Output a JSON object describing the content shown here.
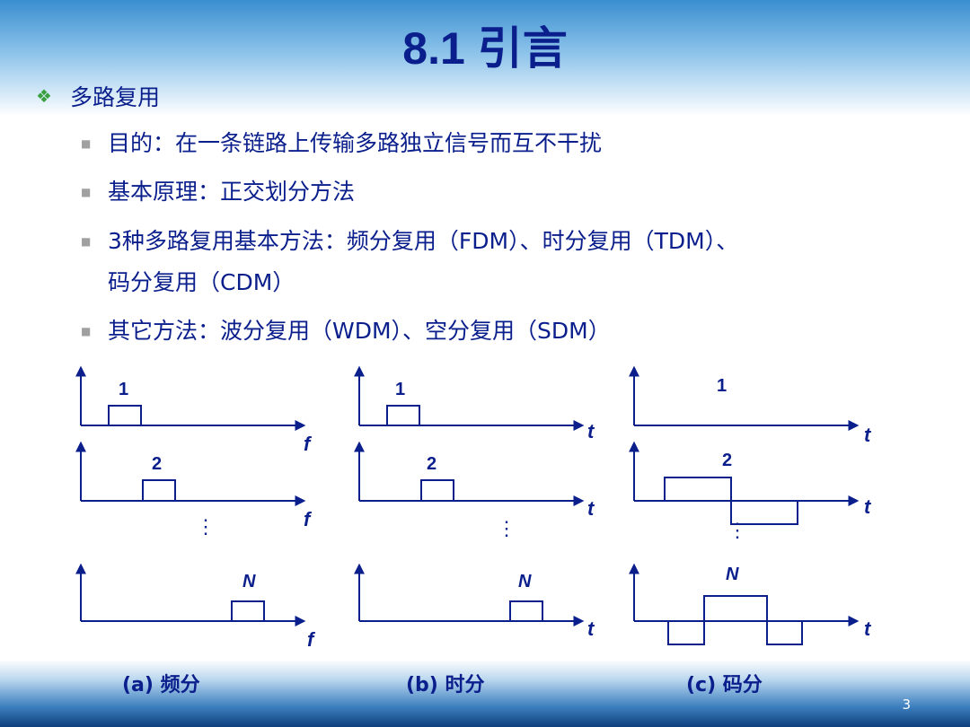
{
  "title": "8.1 引言",
  "section": {
    "bullet": "❖",
    "label": "多路复用"
  },
  "items": [
    {
      "bullet": "■",
      "text": "目的：在一条链路上传输多路独立信号而互不干扰"
    },
    {
      "bullet": "■",
      "text": "基本原理：正交划分方法"
    },
    {
      "bullet": "■",
      "line1": "3种多路复用基本方法：频分复用（FDM）、时分复用（TDM）、",
      "line2": "码分复用（CDM）"
    },
    {
      "bullet": "■",
      "text": "其它方法：波分复用（WDM）、空分复用（SDM）"
    }
  ],
  "diagram": {
    "channel_labels": [
      "1",
      "2",
      "N"
    ],
    "ellipsis": "⋮",
    "freq_axis": "f",
    "time_axis": "t",
    "captions": {
      "a": "(a) 频分",
      "b": "(b) 时分",
      "c": "(c) 码分"
    }
  },
  "page_number": "3"
}
